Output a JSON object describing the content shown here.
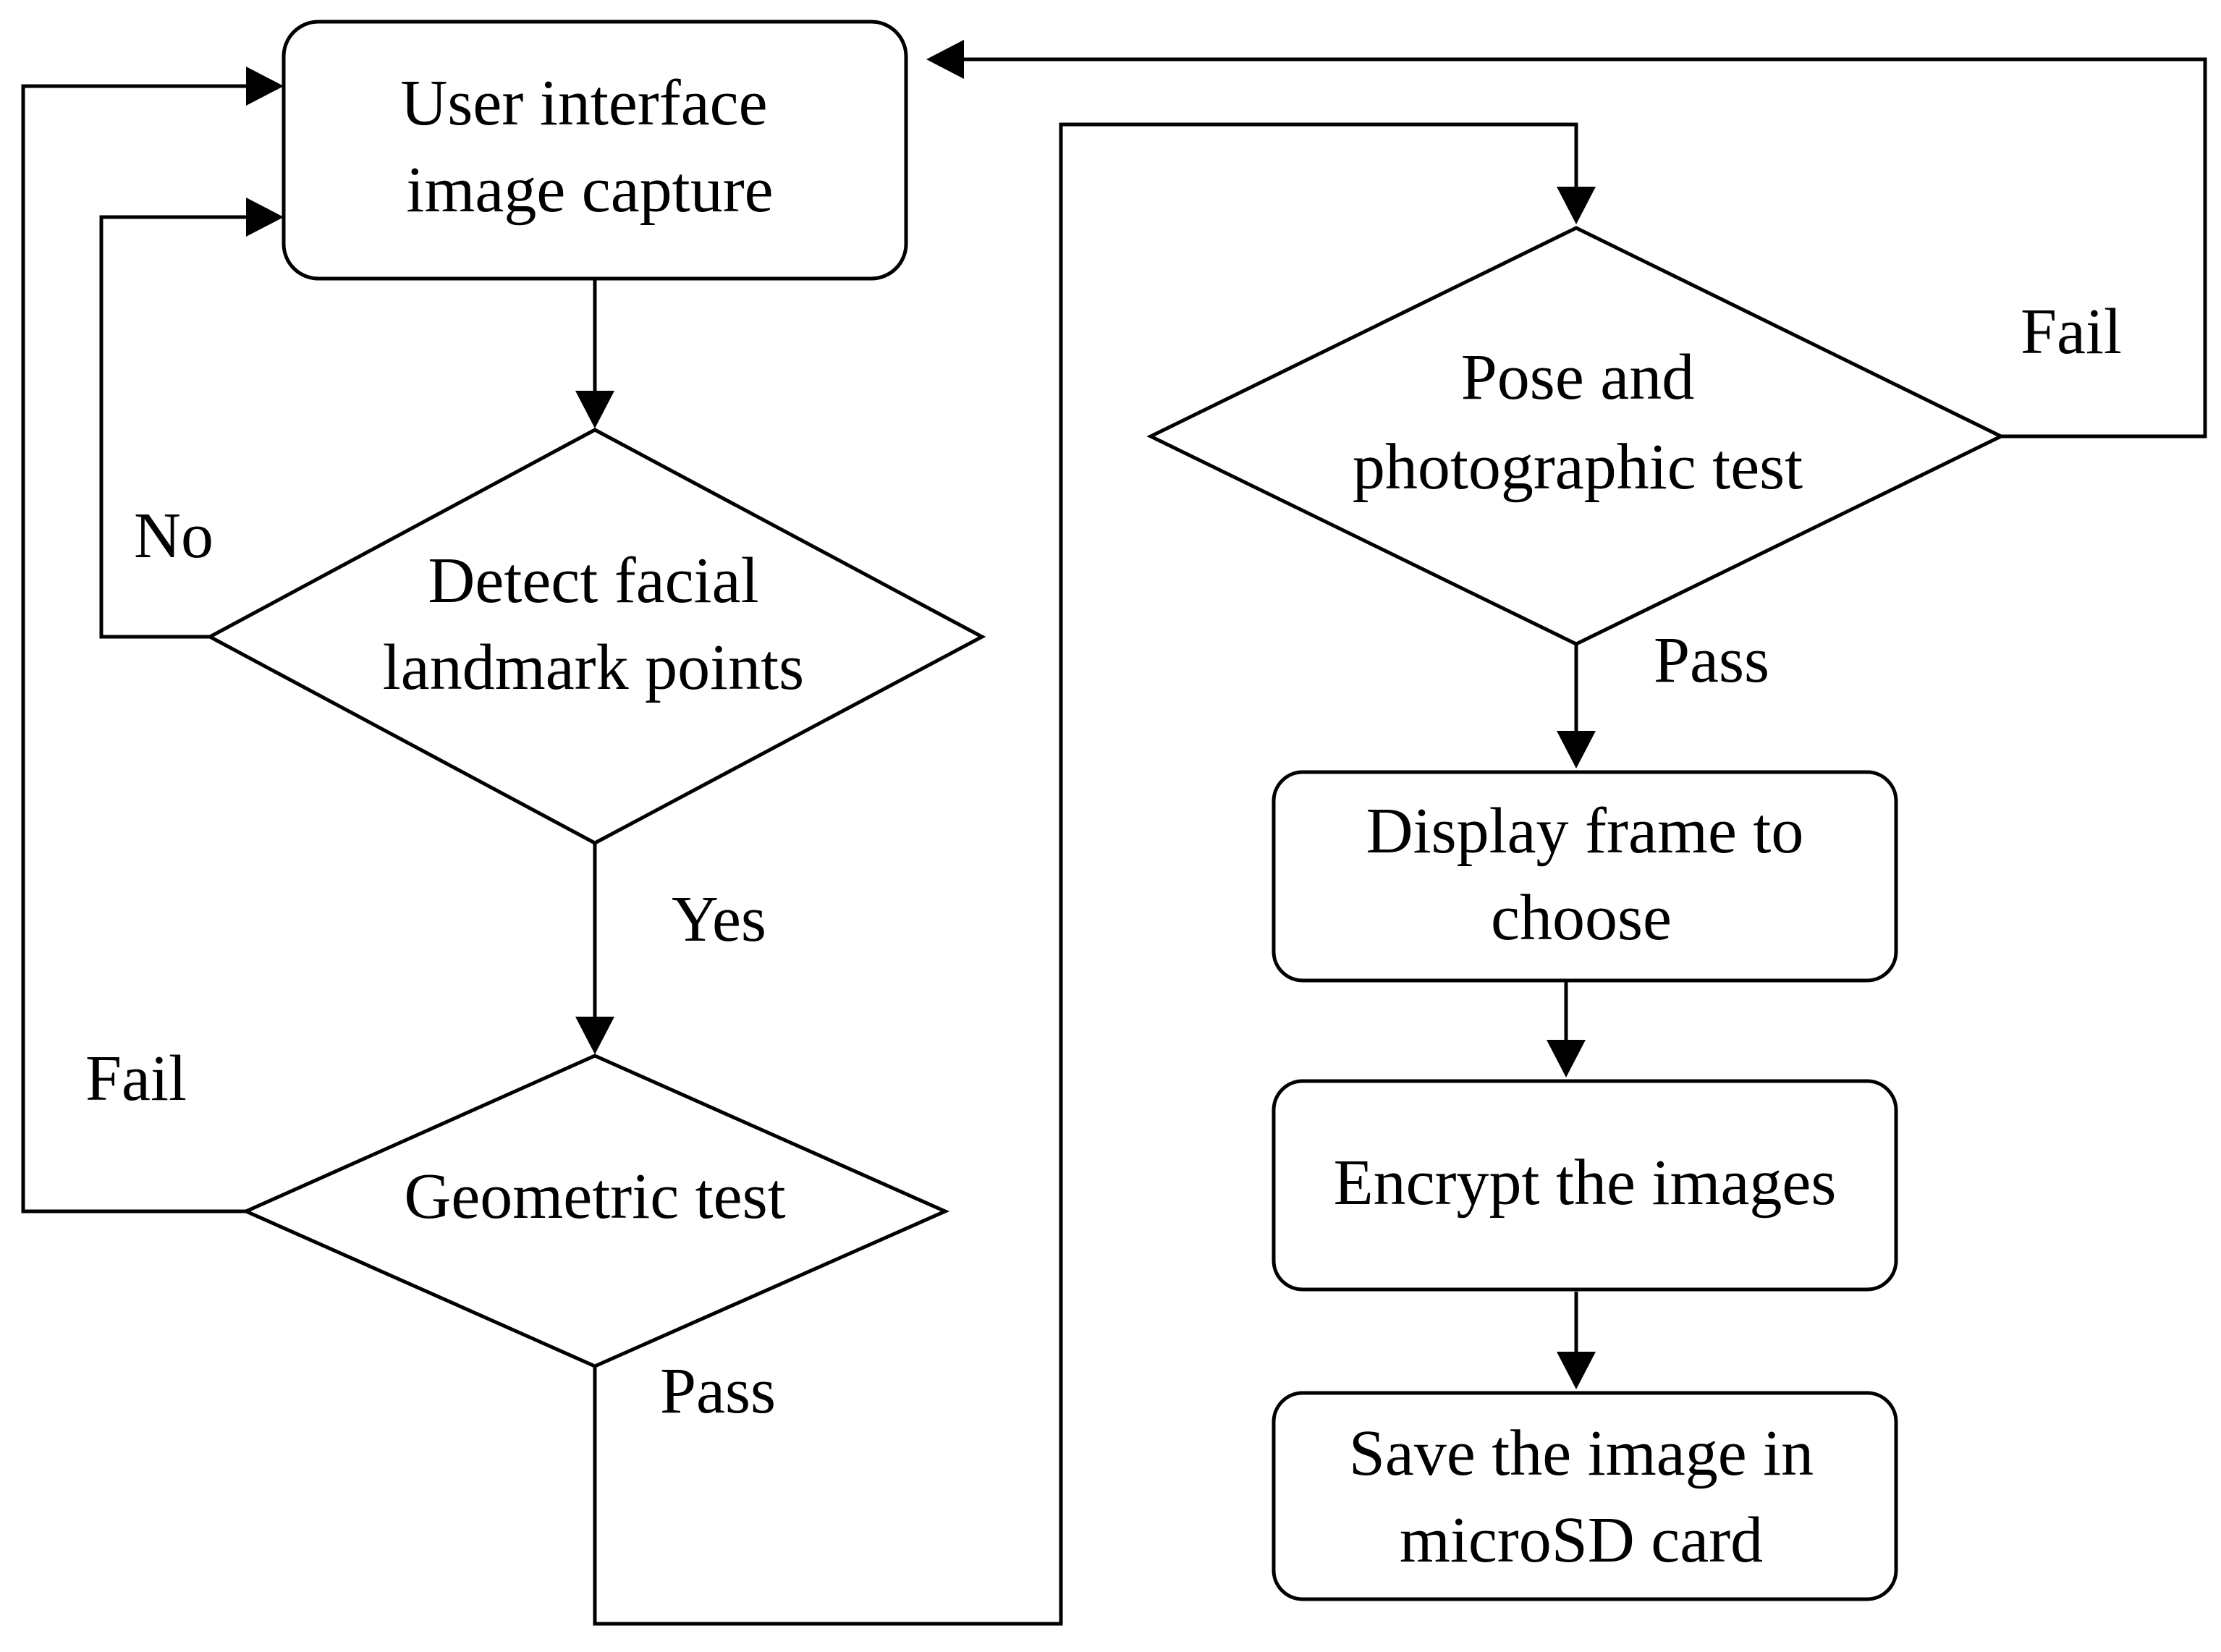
{
  "nodes": {
    "capture": {
      "lines": [
        "User interface",
        "image capture"
      ]
    },
    "detect": {
      "lines": [
        "Detect facial",
        "landmark points"
      ]
    },
    "geometric": {
      "lines": [
        "Geometric test"
      ]
    },
    "pose": {
      "lines": [
        "Pose and",
        "photographic test"
      ]
    },
    "display": {
      "lines": [
        "Display frame to",
        "choose"
      ]
    },
    "encrypt": {
      "lines": [
        "Encrypt the images"
      ]
    },
    "save": {
      "lines": [
        "Save the image in",
        "microSD card"
      ]
    }
  },
  "edge_labels": {
    "no": "No",
    "yes": "Yes",
    "fail_geometric": "Fail",
    "pass_geometric": "Pass",
    "fail_pose": "Fail",
    "pass_pose": "Pass"
  },
  "colors": {
    "stroke": "#000000",
    "background": "#ffffff"
  }
}
